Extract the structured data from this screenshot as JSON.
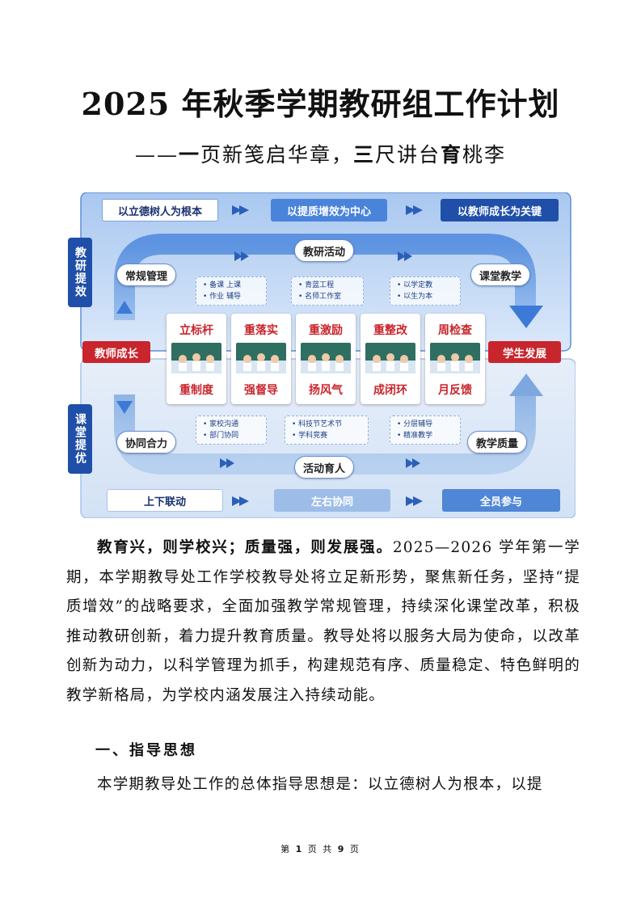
{
  "document": {
    "title": "2025 年秋季学期教研组工作计划",
    "subtitle_prefix": "——",
    "subtitle_parts": [
      "一",
      "页新笺启华章，",
      "三",
      "尺讲台",
      "育",
      "桃李"
    ]
  },
  "diagram": {
    "top_row": [
      "以立德树人为根本",
      "以提质增效为中心",
      "以教师成长为关键"
    ],
    "bottom_row": [
      "上下联动",
      "左右协同",
      "全员参与"
    ],
    "side_top": "教研提效",
    "side_bottom": "课堂提优",
    "nodes": {
      "teaching_research": "教研活动",
      "routine": "常规管理",
      "classroom": "课堂教学",
      "teacher_growth": "教师成长",
      "student_dev": "学生发展",
      "cooperation": "协同合力",
      "quality": "教学质量",
      "activities": "活动育人"
    },
    "bullets_top": [
      [
        "备课 上课",
        "作业 辅导"
      ],
      [
        "青蓝工程",
        "名师工作室"
      ],
      [
        "以学定教",
        "以生为本"
      ]
    ],
    "bullets_bottom": [
      [
        "家校沟通",
        "部门协同"
      ],
      [
        "科技节艺术节",
        "学科竞赛"
      ],
      [
        "分层辅导",
        "精准教学"
      ]
    ],
    "cards": [
      {
        "top": "立标杆",
        "bottom": "重制度"
      },
      {
        "top": "重落实",
        "bottom": "强督导"
      },
      {
        "top": "重激励",
        "bottom": "扬风气"
      },
      {
        "top": "重整改",
        "bottom": "成闭环"
      },
      {
        "top": "周检查",
        "bottom": "月反馈"
      }
    ],
    "colors": {
      "dark_blue": "#1f4fa8",
      "mid_blue": "#3d7ad8",
      "light_blue": "#cfe0f7",
      "red": "#c8252c"
    }
  },
  "body": {
    "lead_bold": "教育兴，则学校兴；质量强，则发展强。",
    "paragraph": "2025—2026 学年第一学期，本学期教导处工作学校教导处将立足新形势，聚焦新任务，坚持“提质增效”的战略要求，全面加强教学常规管理，持续深化课堂改革，积极推动教研创新，着力提升教育质量。教导处将以服务大局为使命，以改革创新为动力，以科学管理为抓手，构建规范有序、质量稳定、特色鲜明的教学新格局，为学校内涵发展注入持续动能。",
    "heading1": "一、指导思想",
    "paragraph2": "本学期教导处工作的总体指导思想是：以立德树人为根本，以提"
  },
  "footer": {
    "prefix": "第",
    "page": "1",
    "middle": "页 共",
    "total": "9",
    "suffix": "页"
  }
}
